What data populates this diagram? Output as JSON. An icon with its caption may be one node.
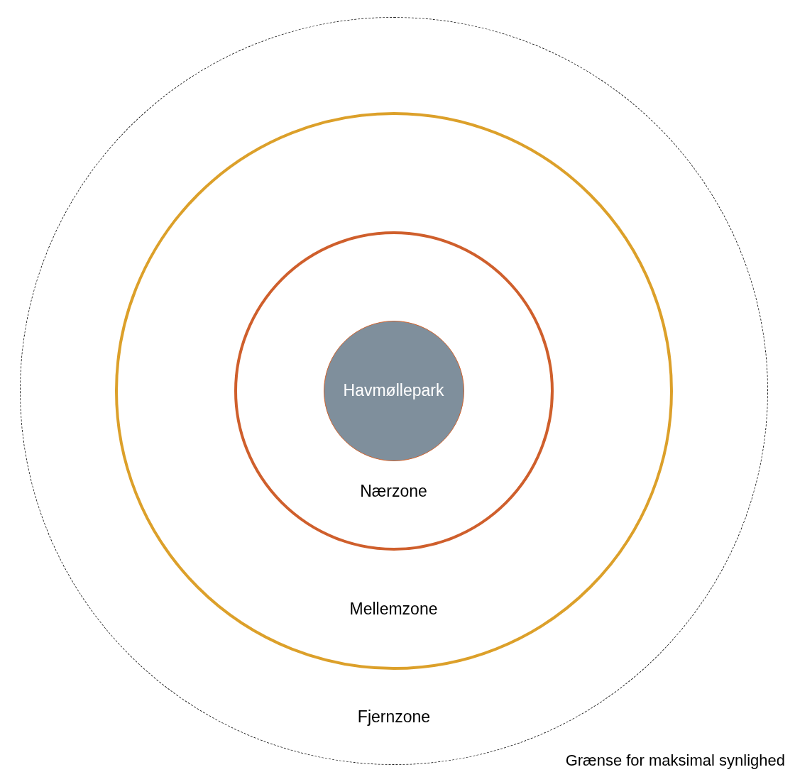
{
  "diagram": {
    "nodes": [
      {
        "text": [
          "Fjernzone"
        ],
        "beside": [
          "Grænse for maksimal synlighed"
        ]
      },
      {
        "text": [
          "Mellemzone"
        ],
        "in": 0
      },
      {
        "text": [
          "Nærzone"
        ],
        "in": 1
      },
      {
        "text": [
          "Havmøllepark"
        ],
        "in": 2
      }
    ]
  }
}
